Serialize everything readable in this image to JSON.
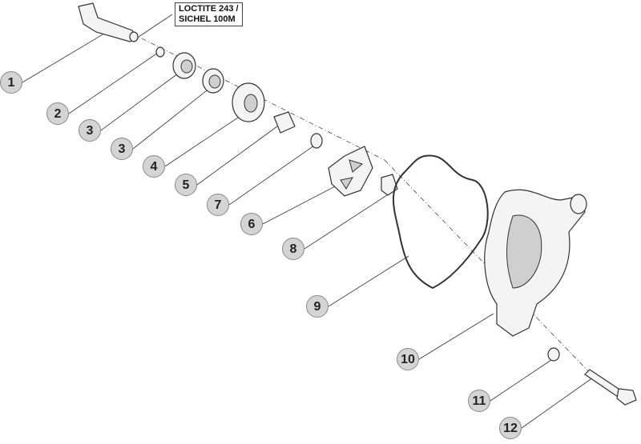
{
  "note": {
    "line1": "LOCTITE 243 /",
    "line2": "SICHEL 100M"
  },
  "callouts": [
    "1",
    "2",
    "3",
    "3",
    "4",
    "5",
    "7",
    "6",
    "8",
    "9",
    "10",
    "11",
    "12"
  ]
}
